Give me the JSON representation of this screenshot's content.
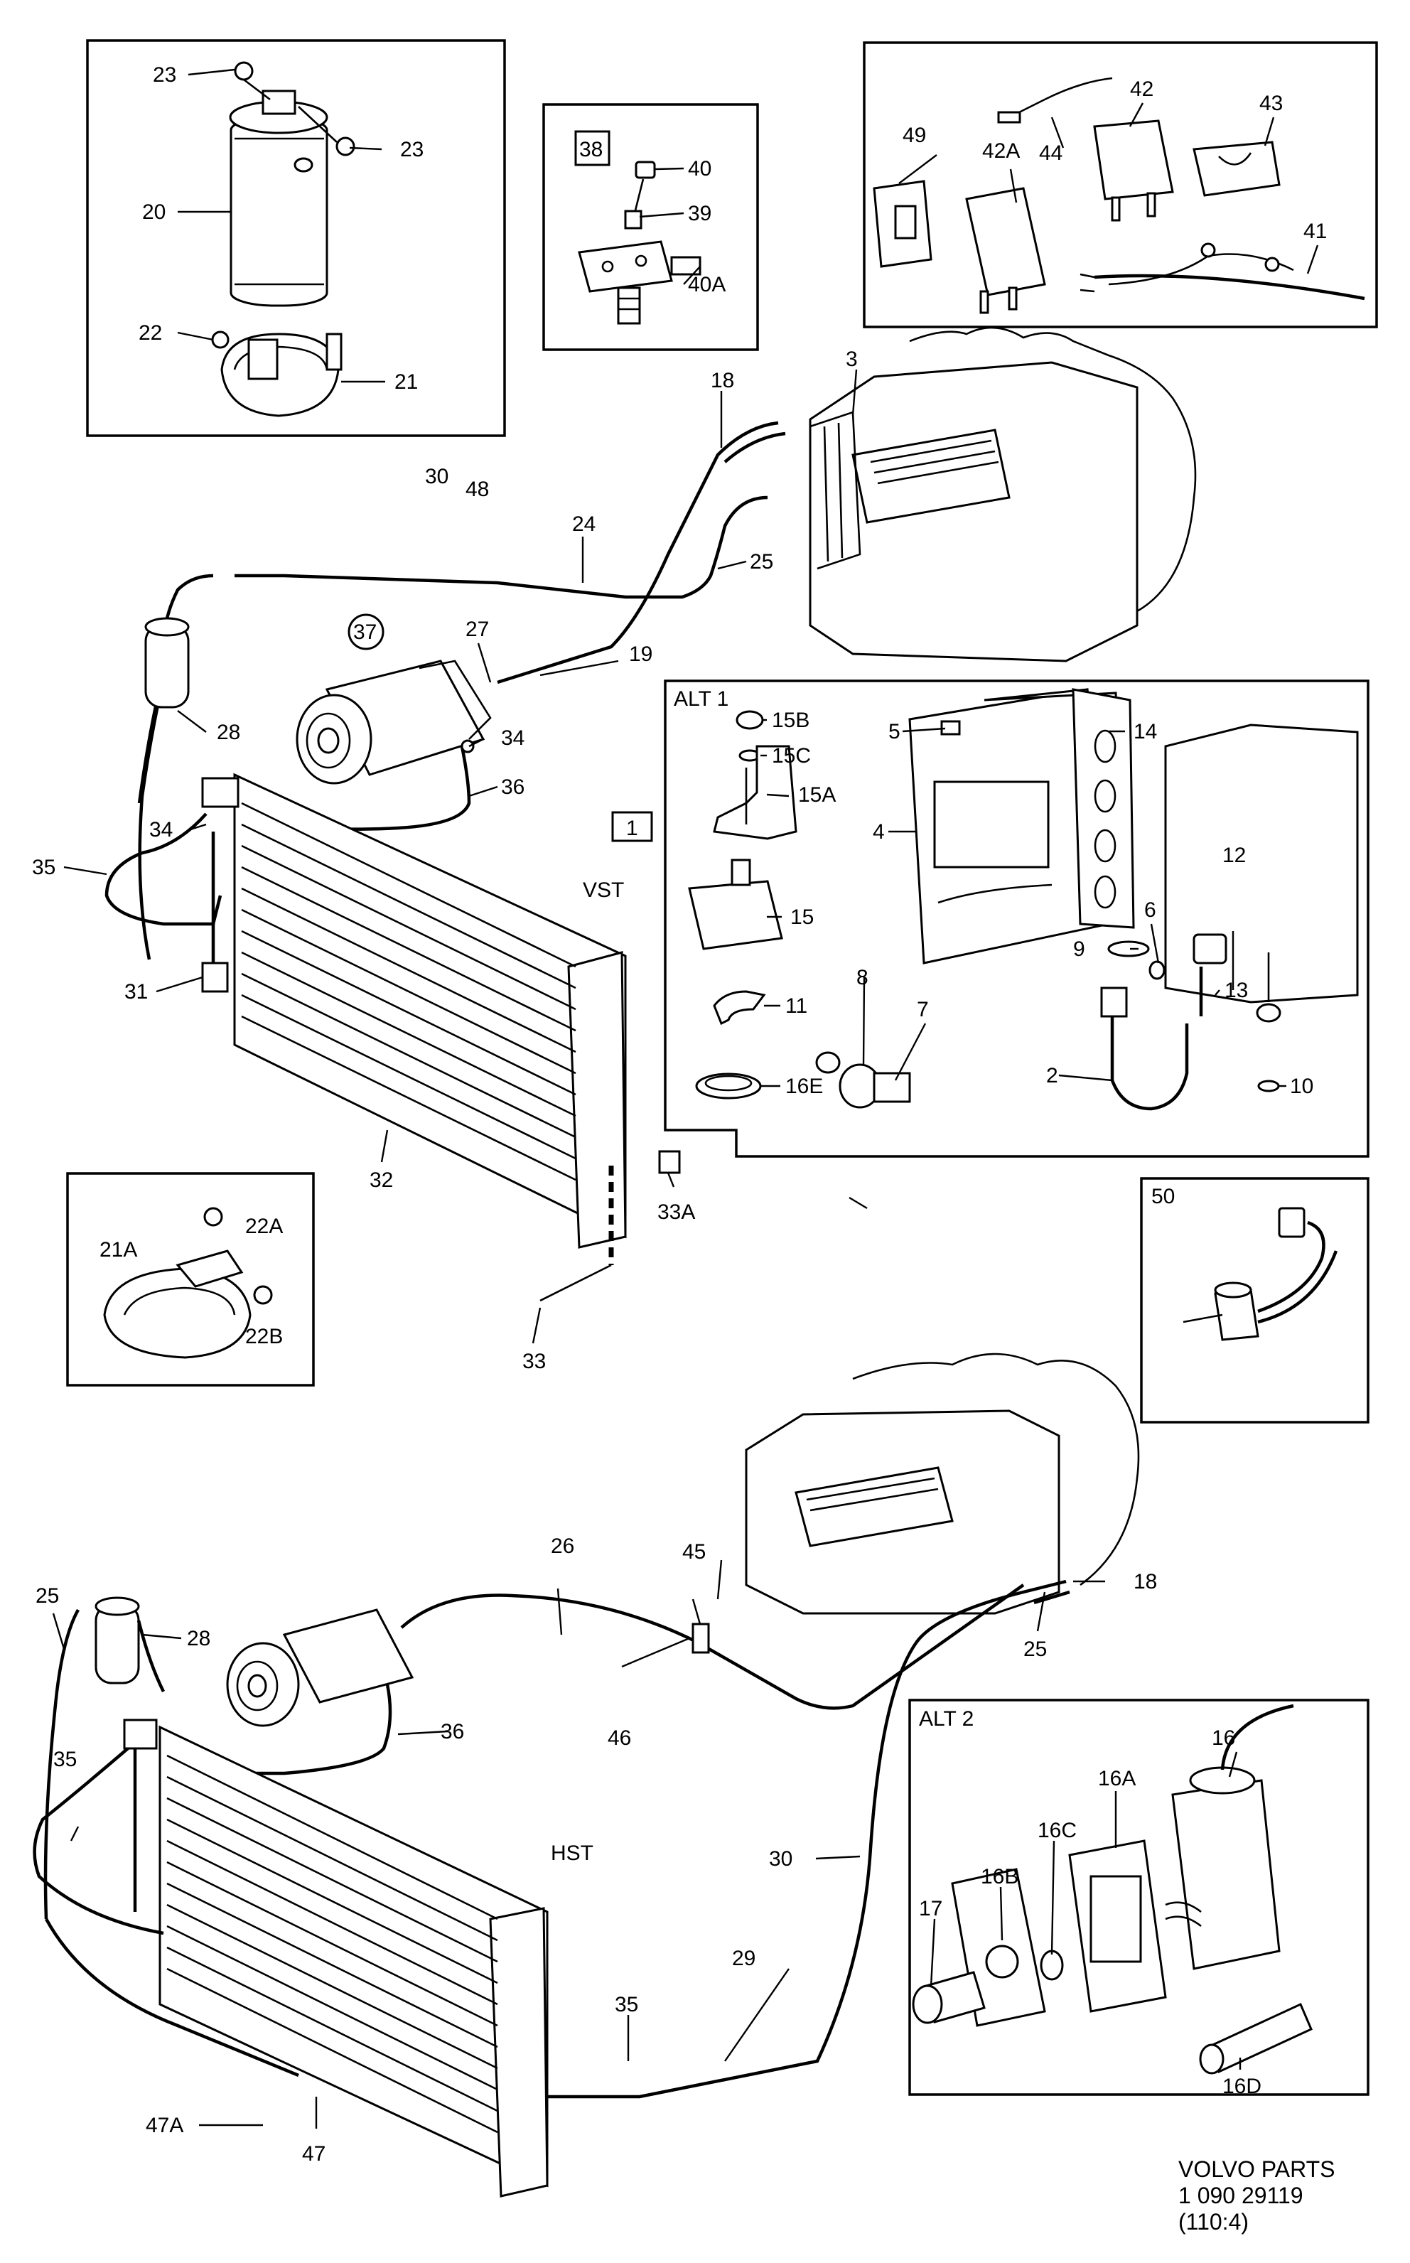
{
  "diagram": {
    "callouts": {
      "c1": "1",
      "c2": "2",
      "c3": "3",
      "c4": "4",
      "c5": "5",
      "c6": "6",
      "c7": "7",
      "c8": "8",
      "c9": "9",
      "c10": "10",
      "c11": "11",
      "c12": "12",
      "c13": "13",
      "c14": "14",
      "c15": "15",
      "c15a": "15A",
      "c15b": "15B",
      "c15c": "15C",
      "c16": "16",
      "c16a": "16A",
      "c16b": "16B",
      "c16c": "16C",
      "c16d": "16D",
      "c16e": "16E",
      "c17": "17",
      "c18a": "18",
      "c18b": "18",
      "c19": "19",
      "c20": "20",
      "c21": "21",
      "c21a": "21A",
      "c22": "22",
      "c22a": "22A",
      "c22b": "22B",
      "c23a": "23",
      "c23b": "23",
      "c24": "24",
      "c25a": "25",
      "c25b": "25",
      "c25c": "25",
      "c26": "26",
      "c27": "27",
      "c28a": "28",
      "c28b": "28",
      "c29": "29",
      "c30a": "30",
      "c30b": "30",
      "c31": "31",
      "c32": "32",
      "c33": "33",
      "c33a": "33A",
      "c34a": "34",
      "c34b": "34",
      "c35a": "35",
      "c35b": "35",
      "c35c": "35",
      "c36a": "36",
      "c36b": "36",
      "c37": "37",
      "c38": "38",
      "c39": "39",
      "c40": "40",
      "c40a": "40A",
      "c41": "41",
      "c42": "42",
      "c42a": "42A",
      "c43": "43",
      "c44": "44",
      "c45": "45",
      "c46": "46",
      "c47": "47",
      "c47a": "47A",
      "c48": "48",
      "c49": "49",
      "c50": "50"
    },
    "section_labels": {
      "vst": "VST",
      "hst": "HST",
      "alt1": "ALT 1",
      "alt2": "ALT 2"
    },
    "footer": {
      "line1": "VOLVO PARTS",
      "line2": "1 090 29119",
      "line3": "(110:4)"
    }
  }
}
